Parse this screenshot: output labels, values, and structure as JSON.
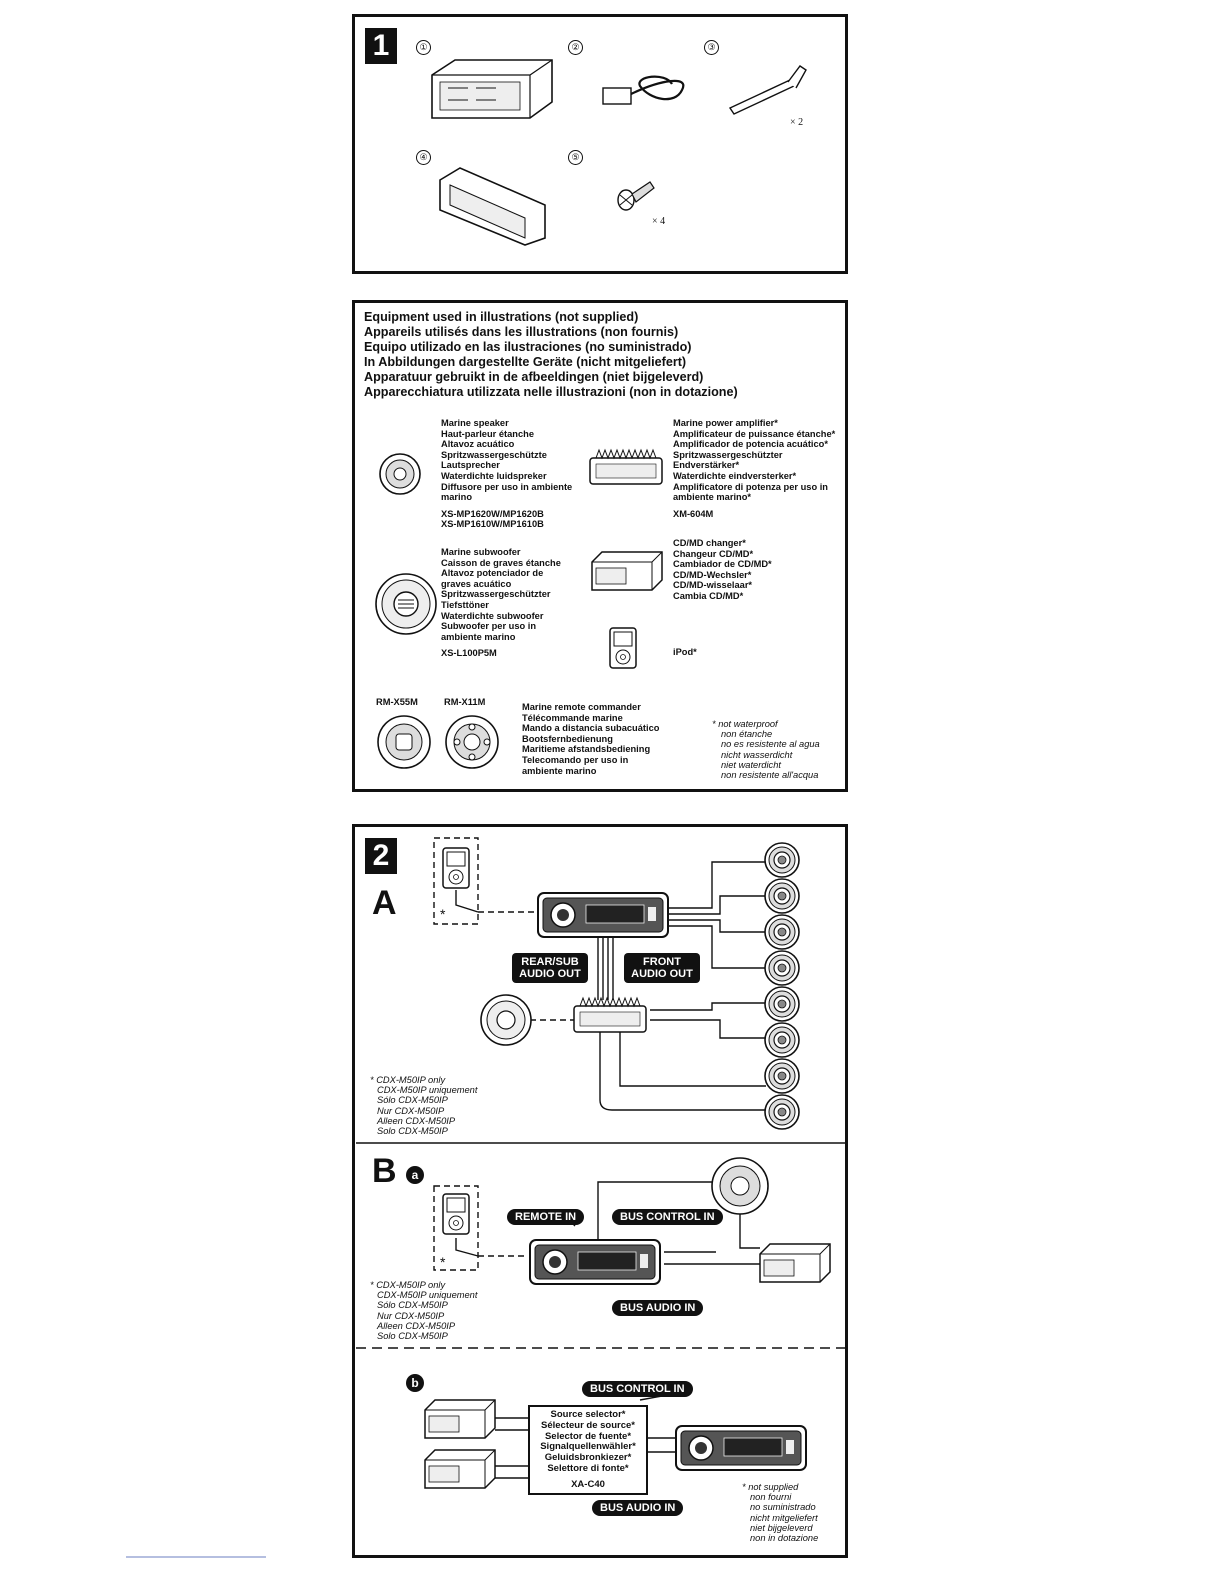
{
  "section1": {
    "badge": "1",
    "parts": [
      {
        "num": "①",
        "qty": ""
      },
      {
        "num": "②",
        "qty": ""
      },
      {
        "num": "③",
        "qty": "× 2"
      },
      {
        "num": "④",
        "qty": ""
      },
      {
        "num": "⑤",
        "qty": "× 4"
      }
    ]
  },
  "equipment": {
    "title_lines": [
      "Equipment used in illustrations (not supplied)",
      "Appareils utilisés dans les illustrations (non fournis)",
      "Equipo utilizado en las ilustraciones (no suministrado)",
      "In Abbildungen dargestellte Geräte (nicht mitgeliefert)",
      "Apparatuur gebruikt in de afbeeldingen (niet bijgeleverd)",
      "Apparecchiatura utilizzata nelle illustrazioni (non in dotazione)"
    ],
    "speaker": {
      "lines": [
        "Marine speaker",
        "Haut-parleur étanche",
        "Altavoz acuático",
        "Spritzwassergeschützte",
        "Lautsprecher",
        "Waterdichte luidspreker",
        "Diffusore per uso in ambiente",
        "marino"
      ],
      "models": [
        "XS-MP1620W/MP1620B",
        "XS-MP1610W/MP1610B"
      ]
    },
    "amplifier": {
      "lines": [
        "Marine power amplifier*",
        "Amplificateur de puissance étanche*",
        "Amplificador de potencia acuático*",
        "Spritzwassergeschützter",
        "Endverstärker*",
        "Waterdichte eindversterker*",
        "Amplificatore di potenza per uso in",
        "ambiente marino*"
      ],
      "model": "XM-604M"
    },
    "subwoofer": {
      "lines": [
        "Marine subwoofer",
        "Caisson de graves étanche",
        "Altavoz potenciador de",
        "graves acuático",
        "Spritzwassergeschützter",
        "Tiefsttöner",
        "Waterdichte subwoofer",
        "Subwoofer per uso in",
        "ambiente marino"
      ],
      "model": "XS-L100P5M"
    },
    "changer": {
      "lines": [
        "CD/MD changer*",
        "Changeur CD/MD*",
        "Cambiador de CD/MD*",
        "CD/MD-Wechsler*",
        "CD/MD-wisselaar*",
        "Cambia CD/MD*"
      ]
    },
    "ipod": "iPod*",
    "remote_models": [
      "RM-X55M",
      "RM-X11M"
    ],
    "remote": {
      "lines": [
        "Marine remote commander",
        "Télécommande marine",
        "Mando a distancia subacuático",
        "Bootsfernbedienung",
        "Maritieme afstandsbediening",
        "Telecomando per uso in",
        "ambiente marino"
      ]
    },
    "note": [
      "* not waterproof",
      "non étanche",
      "no es resistente al agua",
      "nicht wasserdicht",
      "niet waterdicht",
      "non resistente all'acqua"
    ]
  },
  "section2": {
    "badge": "2",
    "letter_a": "A",
    "letter_b": "B",
    "circle_a": "a",
    "circle_b": "b",
    "asterisk": "*",
    "labels": {
      "rear_sub": "REAR/SUB AUDIO OUT",
      "front": "FRONT AUDIO OUT",
      "remote_in": "REMOTE IN",
      "bus_control_in": "BUS CONTROL IN",
      "bus_audio_in": "BUS AUDIO IN"
    },
    "note_only": [
      "* CDX-M50IP only",
      "CDX-M50IP uniquement",
      "Sólo CDX-M50IP",
      "Nur CDX-M50IP",
      "Alleen CDX-M50IP",
      "Solo CDX-M50IP"
    ],
    "selector": {
      "lines": [
        "Source selector*",
        "Sélecteur de source*",
        "Selector de fuente*",
        "Signalquellenwähler*",
        "Geluidsbronkiezer*",
        "Selettore di fonte*"
      ],
      "model": "XA-C40"
    },
    "note_supplied": [
      "* not supplied",
      "non fourni",
      "no suministrado",
      "nicht mitgeliefert",
      "niet bijgeleverd",
      "non in dotazione"
    ]
  }
}
